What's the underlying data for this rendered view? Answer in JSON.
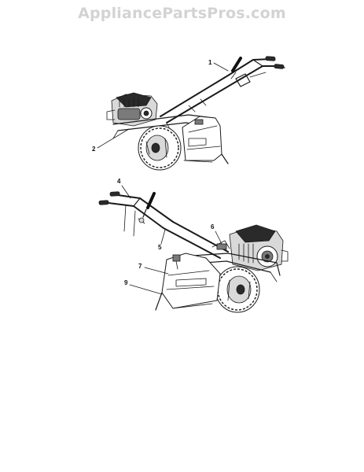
{
  "watermark": {
    "text": "AppliancePartsPros.com",
    "color": "#d3d3d3"
  },
  "diagram": {
    "views": [
      {
        "id": "top",
        "callouts": [
          "1",
          "2"
        ]
      },
      {
        "id": "bottom",
        "callouts": [
          "4",
          "5",
          "6",
          "7",
          "9"
        ]
      }
    ]
  }
}
